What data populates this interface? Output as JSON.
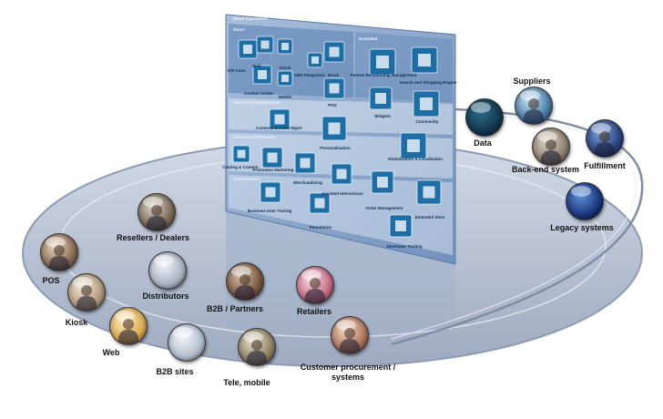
{
  "panel": {
    "title": "Retail Experience",
    "sections": {
      "direct": "Direct",
      "extended": "Extended",
      "management": "Interaction Management",
      "commerce": "Commerce Processes",
      "infrastructure": "Infrastructure"
    },
    "items": {
      "ivr": "IVR Conv.",
      "web": "Web",
      "kiosk": "Kiosk",
      "contact_center": "Contact Center",
      "mobile": "Mobile",
      "sms": "SMS Integration",
      "email": "Email",
      "pos": "POS",
      "partner": "Partner Relationship Management",
      "search": "Search and Shopping Engine",
      "widgets": "Widgets",
      "community": "Community",
      "contents": "Contents & Asset Mgmt",
      "personalization": "Personalization",
      "globalization": "Globalization & Localization",
      "catalog": "Catalog & Content",
      "promotion": "Promotion Marketing",
      "merchandising": "Merchandising",
      "assisted": "Assisted Interactions",
      "order": "Order Management",
      "extended_sites": "Extended Sites",
      "business_user": "Business User Tooling",
      "foundation": "Foundation",
      "developer": "Developer Tooling"
    }
  },
  "nodes": {
    "suppliers": "Suppliers",
    "data": "Data",
    "fulfillment": "Fulfillment",
    "backend": "Back-end system",
    "legacy": "Legacy systems",
    "resellers": "Resellers / Dealers",
    "pos": "POS",
    "distributors": "Distributors",
    "kiosk": "Kiosk",
    "b2b_partners": "B2B / Partners",
    "retailers": "Retailers",
    "web": "Web",
    "b2b_sites": "B2B sites",
    "tele_mobile": "Tele, mobile",
    "procurement_line1": "Customer procurement /",
    "procurement_line2": "systems"
  },
  "colors": {
    "ellipse": "#b9c4d6",
    "ellipse_edge": "#8d9bb5",
    "panel": "#8aa6c8",
    "panel_section": "#6f8fb8",
    "tile": "#1c6ea4",
    "tile_light": "#e9f0f8"
  },
  "icons": {
    "node": "photo-globe-icon",
    "tile": "app-tile-icon"
  }
}
